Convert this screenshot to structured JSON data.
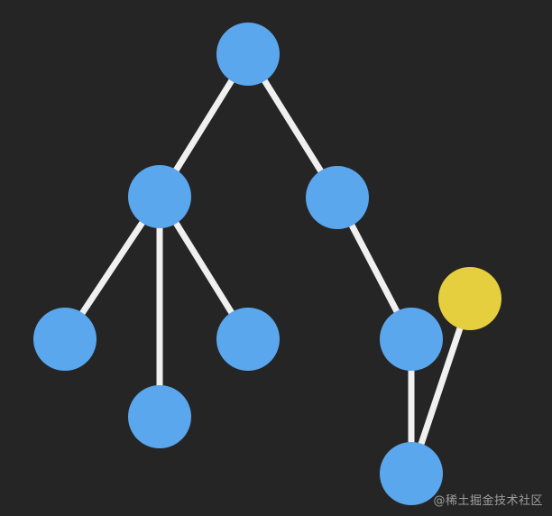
{
  "diagram": {
    "type": "tree",
    "nodes": [
      {
        "id": "root",
        "color": "#5aa7ee"
      },
      {
        "id": "left-child",
        "color": "#5aa7ee"
      },
      {
        "id": "right-child",
        "color": "#5aa7ee"
      },
      {
        "id": "left-leaf-1",
        "color": "#5aa7ee"
      },
      {
        "id": "left-leaf-2",
        "color": "#5aa7ee"
      },
      {
        "id": "left-leaf-3",
        "color": "#5aa7ee"
      },
      {
        "id": "right-grandchild",
        "color": "#5aa7ee"
      },
      {
        "id": "bottom-node",
        "color": "#5aa7ee"
      },
      {
        "id": "highlighted-node",
        "color": "#e6cf3f"
      }
    ],
    "edges": [
      {
        "from": "root",
        "to": "left-child"
      },
      {
        "from": "root",
        "to": "right-child"
      },
      {
        "from": "left-child",
        "to": "left-leaf-1"
      },
      {
        "from": "left-child",
        "to": "left-leaf-2"
      },
      {
        "from": "left-child",
        "to": "left-leaf-3"
      },
      {
        "from": "right-child",
        "to": "right-grandchild"
      },
      {
        "from": "right-grandchild",
        "to": "bottom-node"
      },
      {
        "from": "highlighted-node",
        "to": "bottom-node"
      }
    ],
    "edge_color": "#f0f0f0",
    "background": "#252525"
  },
  "watermark": {
    "text": "@稀土掘金技术社区"
  }
}
